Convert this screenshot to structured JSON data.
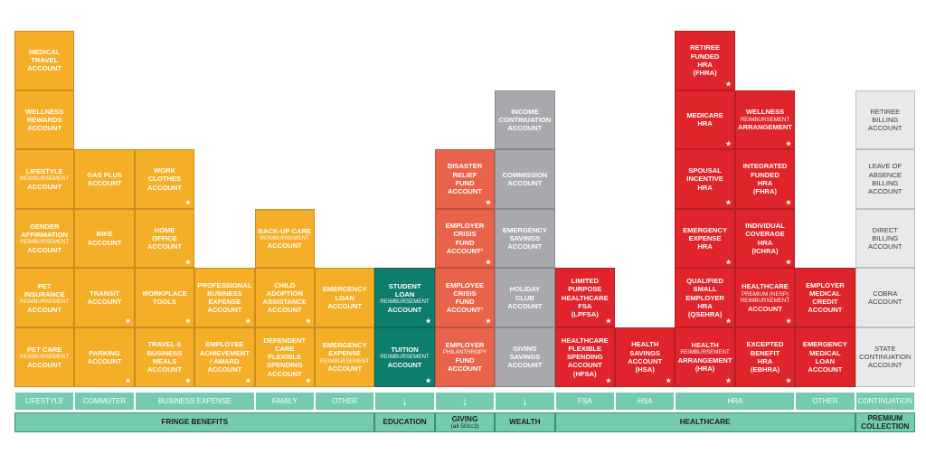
{
  "colors": {
    "orange": "#f4ae27",
    "teal": "#0d7d6c",
    "coral": "#e8634a",
    "gray": "#a7a9ac",
    "red": "#e0242b",
    "light": "#e8e9ea",
    "mint": "#74cbb0"
  },
  "tiles": [
    {
      "id": "medical-travel-account",
      "col": 0,
      "row": 0,
      "color": "orange",
      "lines": [
        "MEDICAL",
        "TRAVEL",
        "ACCOUNT"
      ],
      "sub": "",
      "star": false
    },
    {
      "id": "wellness-rewards-account",
      "col": 0,
      "row": 1,
      "color": "orange",
      "lines": [
        "WELLNESS",
        "REWARDS",
        "ACCOUNT"
      ],
      "sub": "",
      "star": false
    },
    {
      "id": "lifestyle-reimbursement-account",
      "col": 0,
      "row": 2,
      "color": "orange",
      "lines": [
        "LIFESTYLE"
      ],
      "sub": "REIMBURSEMENT",
      "tail": [
        "ACCOUNT"
      ],
      "star": false
    },
    {
      "id": "gender-affirmation-reimbursement-account",
      "col": 0,
      "row": 3,
      "color": "orange",
      "lines": [
        "GENDER",
        "AFFIRMATION"
      ],
      "sub": "REIMBURSEMENT",
      "tail": [
        "ACCOUNT"
      ],
      "star": false
    },
    {
      "id": "pet-insurance-reimbursement-account",
      "col": 0,
      "row": 4,
      "color": "orange",
      "lines": [
        "PET",
        "INSURANCE"
      ],
      "sub": "REIMBURSEMENT",
      "tail": [
        "ACCOUNT"
      ],
      "star": false
    },
    {
      "id": "pet-care-reimbursement-account",
      "col": 0,
      "row": 5,
      "color": "orange",
      "lines": [
        "PET CARE"
      ],
      "sub": "REIMBURSEMENT",
      "tail": [
        "ACCOUNT"
      ],
      "star": false
    },
    {
      "id": "gas-plus-account",
      "col": 1,
      "row": 2,
      "color": "orange",
      "lines": [
        "GAS PLUS",
        "ACCOUNT"
      ],
      "sub": "",
      "star": false
    },
    {
      "id": "bike-account",
      "col": 1,
      "row": 3,
      "color": "orange",
      "lines": [
        "BIKE",
        "ACCOUNT"
      ],
      "sub": "",
      "star": false
    },
    {
      "id": "transit-account",
      "col": 1,
      "row": 4,
      "color": "orange",
      "lines": [
        "TRANSIT",
        "ACCOUNT"
      ],
      "sub": "",
      "star": true
    },
    {
      "id": "parking-account",
      "col": 1,
      "row": 5,
      "color": "orange",
      "lines": [
        "PARKING",
        "ACCOUNT"
      ],
      "sub": "",
      "star": true
    },
    {
      "id": "work-clothes-account",
      "col": 2,
      "row": 2,
      "color": "orange",
      "lines": [
        "WORK",
        "CLOTHES",
        "ACCOUNT"
      ],
      "sub": "",
      "star": true
    },
    {
      "id": "home-office-account",
      "col": 2,
      "row": 3,
      "color": "orange",
      "lines": [
        "HOME",
        "OFFICE",
        "ACCOUNT"
      ],
      "sub": "",
      "star": true
    },
    {
      "id": "workplace-tools",
      "col": 2,
      "row": 4,
      "color": "orange",
      "lines": [
        "WORKPLACE",
        "TOOLS"
      ],
      "sub": "",
      "star": true
    },
    {
      "id": "travel-business-meals-account",
      "col": 2,
      "row": 5,
      "color": "orange",
      "lines": [
        "TRAVEL &",
        "BUSINESS",
        "MEALS",
        "ACCOUNT"
      ],
      "sub": "",
      "star": true
    },
    {
      "id": "professional-business-expense-account",
      "col": 3,
      "row": 4,
      "color": "orange",
      "lines": [
        "PROFESSIONAL",
        "BUSINESS",
        "EXPENSE",
        "ACCOUNT"
      ],
      "sub": "",
      "star": true
    },
    {
      "id": "employee-achievement-award-account",
      "col": 3,
      "row": 5,
      "color": "orange",
      "lines": [
        "EMPLOYEE",
        "ACHIEVEMENT",
        "/ AWARD",
        "ACCOUNT"
      ],
      "sub": "",
      "star": true
    },
    {
      "id": "back-up-care-reimbursement-account",
      "col": 4,
      "row": 3,
      "color": "orange",
      "lines": [
        "BACK-UP CARE"
      ],
      "sub": "REIMBURSEMENT",
      "tail": [
        "ACCOUNT"
      ],
      "star": false
    },
    {
      "id": "child-adoption-assistance-account",
      "col": 4,
      "row": 4,
      "color": "orange",
      "lines": [
        "CHILD",
        "ADOPTION",
        "ASSISTANCE",
        "ACCOUNT"
      ],
      "sub": "",
      "star": true
    },
    {
      "id": "dependent-care-flexible-spending-account",
      "col": 4,
      "row": 5,
      "color": "orange",
      "lines": [
        "DEPENDENT",
        "CARE",
        "FLEXIBLE",
        "SPENDING",
        "ACCOUNT"
      ],
      "sub": "",
      "star": true
    },
    {
      "id": "emergency-loan-account",
      "col": 5,
      "row": 4,
      "color": "orange",
      "lines": [
        "EMERGENCY",
        "LOAN",
        "ACCOUNT"
      ],
      "sub": "",
      "star": false
    },
    {
      "id": "emergency-expense-reimbursement-account",
      "col": 5,
      "row": 5,
      "color": "orange",
      "lines": [
        "EMERGENCY",
        "EXPENSE"
      ],
      "sub": "REIMBURSEMENT",
      "tail": [
        "ACCOUNT"
      ],
      "star": false
    },
    {
      "id": "student-loan-reimbursement-account",
      "col": 6,
      "row": 4,
      "color": "teal",
      "lines": [
        "STUDENT",
        "LOAN"
      ],
      "sub": "REIMBURSEMENT",
      "tail": [
        "ACCOUNT"
      ],
      "star": true
    },
    {
      "id": "tuition-reimbursement-account",
      "col": 6,
      "row": 5,
      "color": "teal",
      "lines": [
        "TUITION"
      ],
      "sub": "REIMBURSEMENT",
      "tail": [
        "ACCOUNT"
      ],
      "star": true
    },
    {
      "id": "disaster-relief-fund-account",
      "col": 7,
      "row": 2,
      "color": "coral",
      "lines": [
        "DISASTER",
        "RELIEF",
        "FUND",
        "ACCOUNT"
      ],
      "sub": "",
      "star": true
    },
    {
      "id": "employer-crisis-fund-account",
      "col": 7,
      "row": 3,
      "color": "coral",
      "lines": [
        "EMPLOYER",
        "CRISIS",
        "FUND",
        "ACCOUNT¹"
      ],
      "sub": "",
      "star": true
    },
    {
      "id": "employee-crisis-fund-account",
      "col": 7,
      "row": 4,
      "color": "coral",
      "lines": [
        "EMPLOYEE",
        "CRISIS",
        "FUND",
        "ACCOUNT¹"
      ],
      "sub": "",
      "star": true
    },
    {
      "id": "employer-philanthropy-fund-account",
      "col": 7,
      "row": 5,
      "color": "coral",
      "lines": [
        "EMPLOYER"
      ],
      "sub": "PHILANTHROPY",
      "tail": [
        "FUND",
        "ACCOUNT"
      ],
      "star": false
    },
    {
      "id": "income-continuation-account",
      "col": 8,
      "row": 1,
      "color": "gray",
      "lines": [
        "INCOME",
        "CONTINUATION",
        "ACCOUNT"
      ],
      "sub": "",
      "star": false
    },
    {
      "id": "commission-account",
      "col": 8,
      "row": 2,
      "color": "gray",
      "lines": [
        "COMMISSION",
        "ACCOUNT"
      ],
      "sub": "",
      "star": false
    },
    {
      "id": "emergency-savings-account",
      "col": 8,
      "row": 3,
      "color": "gray",
      "lines": [
        "EMERGENCY",
        "SAVINGS",
        "ACCOUNT"
      ],
      "sub": "",
      "star": false
    },
    {
      "id": "holiday-club-account",
      "col": 8,
      "row": 4,
      "color": "gray",
      "lines": [
        "HOLIDAY",
        "CLUB",
        "ACCOUNT"
      ],
      "sub": "",
      "star": false
    },
    {
      "id": "giving-savings-account",
      "col": 8,
      "row": 5,
      "color": "gray",
      "lines": [
        "GIVING",
        "SAVINGS",
        "ACCOUNT"
      ],
      "sub": "",
      "star": false
    },
    {
      "id": "limited-purpose-healthcare-fsa",
      "col": 9,
      "row": 4,
      "color": "red",
      "lines": [
        "LIMITED",
        "PURPOSE",
        "HEALTHCARE",
        "FSA",
        "(LPFSA)"
      ],
      "sub": "",
      "star": true
    },
    {
      "id": "healthcare-flexible-spending-account",
      "col": 9,
      "row": 5,
      "color": "red",
      "lines": [
        "HEALTHCARE",
        "FLEXIBLE",
        "SPENDING",
        "ACCOUNT",
        "(HFSA)"
      ],
      "sub": "",
      "star": true
    },
    {
      "id": "health-savings-account",
      "col": 10,
      "row": 5,
      "color": "red",
      "lines": [
        "HEALTH",
        "SAVINGS",
        "ACCOUNT",
        "(HSA)"
      ],
      "sub": "",
      "star": true
    },
    {
      "id": "retiree-funded-hra",
      "col": 11,
      "row": 0,
      "color": "red",
      "lines": [
        "RETIREE",
        "FUNDED",
        "HRA",
        "(FHRA)"
      ],
      "sub": "",
      "star": true
    },
    {
      "id": "medicare-hra",
      "col": 11,
      "row": 1,
      "color": "red",
      "lines": [
        "MEDICARE",
        "HRA"
      ],
      "sub": "",
      "star": true
    },
    {
      "id": "spousal-incentive-hra",
      "col": 11,
      "row": 2,
      "color": "red",
      "lines": [
        "SPOUSAL",
        "INCENTIVE",
        "HRA"
      ],
      "sub": "",
      "star": true
    },
    {
      "id": "emergency-expense-hra",
      "col": 11,
      "row": 3,
      "color": "red",
      "lines": [
        "EMERGENCY",
        "EXPENSE",
        "HRA"
      ],
      "sub": "",
      "star": true
    },
    {
      "id": "qualified-small-employer-hra",
      "col": 11,
      "row": 4,
      "color": "red",
      "lines": [
        "QUALIFIED",
        "SMALL",
        "EMPLOYER",
        "HRA",
        "(QSEHRA)"
      ],
      "sub": "",
      "star": true
    },
    {
      "id": "health-reimbursement-arrangement",
      "col": 11,
      "row": 5,
      "color": "red",
      "lines": [
        "HEALTH"
      ],
      "sub": "REIMBURSEMENT",
      "tail": [
        "ARRANGEMENT",
        "(HRA)"
      ],
      "star": true
    },
    {
      "id": "wellness-reimbursement-arrangement",
      "col": 12,
      "row": 1,
      "color": "red",
      "lines": [
        "WELLNESS"
      ],
      "sub": "REIMBURSEMENT",
      "tail": [
        "ARRANGEMENT"
      ],
      "star": true
    },
    {
      "id": "integrated-funded-hra",
      "col": 12,
      "row": 2,
      "color": "red",
      "lines": [
        "INTEGRATED",
        "FUNDED",
        "HRA",
        "(FHRA)"
      ],
      "sub": "",
      "star": true
    },
    {
      "id": "individual-coverage-hra",
      "col": 12,
      "row": 3,
      "color": "red",
      "lines": [
        "INDIVIDUAL",
        "COVERAGE",
        "HRA",
        "(ICHRA)"
      ],
      "sub": "",
      "star": true
    },
    {
      "id": "healthcare-premium-nesp-reimbursement-account",
      "col": 12,
      "row": 4,
      "color": "red",
      "lines": [
        "HEALTHCARE"
      ],
      "sub": "PREMIUM (NESP)",
      "sub2": "REIMBURSEMENT",
      "tail": [
        "ACCOUNT"
      ],
      "star": true
    },
    {
      "id": "excepted-benefit-hra",
      "col": 12,
      "row": 5,
      "color": "red",
      "lines": [
        "EXCEPTED",
        "BENEFIT",
        "HRA",
        "(EBHRA)"
      ],
      "sub": "",
      "star": true
    },
    {
      "id": "employer-medical-credit-account",
      "col": 13,
      "row": 4,
      "color": "red",
      "lines": [
        "EMPLOYER",
        "MEDICAL",
        "CREDIT",
        "ACCOUNT"
      ],
      "sub": "",
      "star": false
    },
    {
      "id": "emergency-medical-loan-account",
      "col": 13,
      "row": 5,
      "color": "red",
      "lines": [
        "EMERGENCY",
        "MEDICAL",
        "LOAN",
        "ACCOUNT"
      ],
      "sub": "",
      "star": false
    },
    {
      "id": "retiree-billing-account",
      "col": 14,
      "row": 1,
      "color": "light",
      "lines": [
        "RETIREE",
        "BILLING",
        "ACCOUNT"
      ],
      "sub": "",
      "star": false
    },
    {
      "id": "leave-of-absence-billing-account",
      "col": 14,
      "row": 2,
      "color": "light",
      "lines": [
        "LEAVE OF",
        "ABSENCE",
        "BILLING",
        "ACCOUNT"
      ],
      "sub": "",
      "star": false
    },
    {
      "id": "direct-billing-account",
      "col": 14,
      "row": 3,
      "color": "light",
      "lines": [
        "DIRECT",
        "BILLING",
        "ACCOUNT"
      ],
      "sub": "",
      "star": false
    },
    {
      "id": "cobra-account",
      "col": 14,
      "row": 4,
      "color": "light",
      "lines": [
        "COBRA",
        "ACCOUNT"
      ],
      "sub": "",
      "star": false
    },
    {
      "id": "state-continuation-account",
      "col": 14,
      "row": 5,
      "color": "light",
      "lines": [
        "STATE",
        "CONTINUATION",
        "ACCOUNT"
      ],
      "sub": "",
      "star": false
    }
  ],
  "star_glyph": "★",
  "subcategories": [
    {
      "label": "LIFESTYLE",
      "from": 0,
      "to": 0
    },
    {
      "label": "COMMUTER",
      "from": 1,
      "to": 1
    },
    {
      "label": "BUSINESS EXPENSE",
      "from": 2,
      "to": 3
    },
    {
      "label": "FAMILY",
      "from": 4,
      "to": 4
    },
    {
      "label": "OTHER",
      "from": 5,
      "to": 5
    },
    {
      "label": "↓",
      "from": 6,
      "to": 6,
      "arrow": true
    },
    {
      "label": "↓",
      "from": 7,
      "to": 7,
      "arrow": true
    },
    {
      "label": "↓",
      "from": 8,
      "to": 8,
      "arrow": true
    },
    {
      "label": "FSA",
      "from": 9,
      "to": 9
    },
    {
      "label": "HSA",
      "from": 10,
      "to": 10
    },
    {
      "label": "HRA",
      "from": 11,
      "to": 12
    },
    {
      "label": "OTHER",
      "from": 13,
      "to": 13
    },
    {
      "label": "CONTINUATION",
      "from": 14,
      "to": 14
    }
  ],
  "categories": [
    {
      "label": "FRINGE BENEFITS",
      "note": "",
      "from": 0,
      "to": 5
    },
    {
      "label": "EDUCATION",
      "note": "",
      "from": 6,
      "to": 6
    },
    {
      "label": "GIVING",
      "note": "(all 501c3)",
      "from": 7,
      "to": 7
    },
    {
      "label": "WEALTH",
      "note": "",
      "from": 8,
      "to": 8
    },
    {
      "label": "HEALTHCARE",
      "note": "",
      "from": 9,
      "to": 13
    },
    {
      "label": "PREMIUM",
      "note": "COLLECTION",
      "from": 14,
      "to": 14
    }
  ]
}
